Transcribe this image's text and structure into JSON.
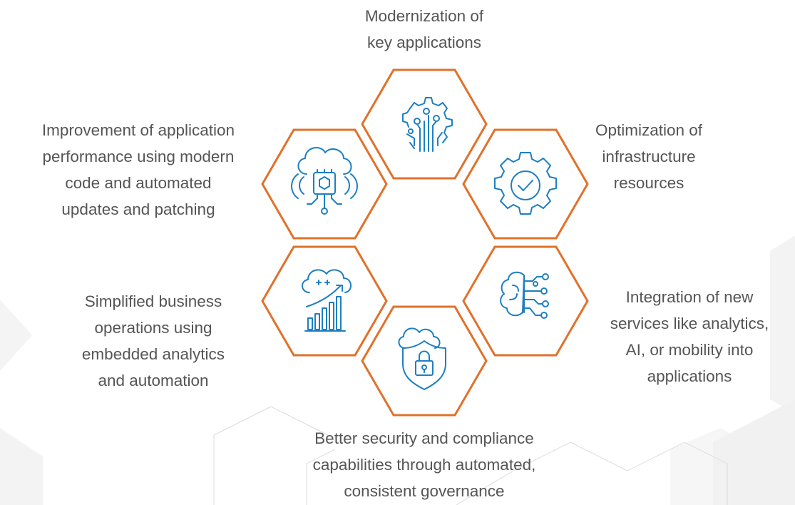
{
  "colors": {
    "hex_stroke": "#e0712a",
    "icon_stroke": "#1e7fc1",
    "text": "#555555",
    "background_hex": "#f2f2f2"
  },
  "benefits": [
    {
      "id": "modernization",
      "icon": "gear-circuit-icon",
      "lines": [
        "Modernization of",
        "key applications"
      ]
    },
    {
      "id": "optimization",
      "icon": "gear-check-icon",
      "lines": [
        "Optimization of",
        "infrastructure",
        "resources"
      ]
    },
    {
      "id": "integration",
      "icon": "brain-circuit-icon",
      "lines": [
        "Integration of new",
        "services like analytics,",
        "AI, or mobility into",
        "applications"
      ]
    },
    {
      "id": "security",
      "icon": "cloud-shield-lock-icon",
      "lines": [
        "Better security and compliance",
        "capabilities through automated,",
        "consistent governance"
      ]
    },
    {
      "id": "simplified",
      "icon": "cloud-growth-chart-icon",
      "lines": [
        "Simplified business",
        "operations using",
        "embedded analytics",
        "and automation"
      ]
    },
    {
      "id": "improvement",
      "icon": "cloud-chip-icon",
      "lines": [
        "Improvement of application",
        "performance using modern",
        "code and automated",
        "updates and patching"
      ]
    }
  ]
}
